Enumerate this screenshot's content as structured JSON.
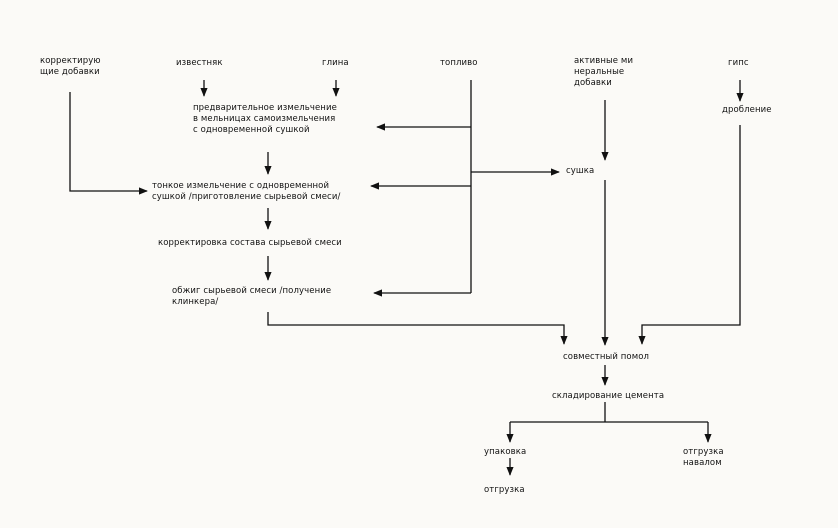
{
  "inputs": {
    "correcting_additives": "корректирую\nщие добавки",
    "limestone": "известняк",
    "clay": "глина",
    "fuel": "топливо",
    "mineral_additives": "активные ми\nнеральные\nдобавки",
    "gypsum": "гипс"
  },
  "steps": {
    "pre_grinding": "предварительное измельчение\nв мельницах самоизмельчения\nс одновременной сушкой",
    "fine_grinding": "тонкое измельчение с одновременной\nсушкой /приготовление сырьевой смеси/",
    "correction": "корректировка состава сырьевой смеси",
    "firing": "обжиг сырьевой смеси /получение\nклинкера/",
    "drying": "сушка",
    "crushing": "дробление",
    "joint_milling": "совместный помол",
    "storage": "складирование цемента",
    "packing": "упаковка",
    "shipping": "отгрузка",
    "bulk_shipping": "отгрузка\nнавалом"
  },
  "colors": {
    "ink": "#111111",
    "paper": "#fbfaf7"
  }
}
